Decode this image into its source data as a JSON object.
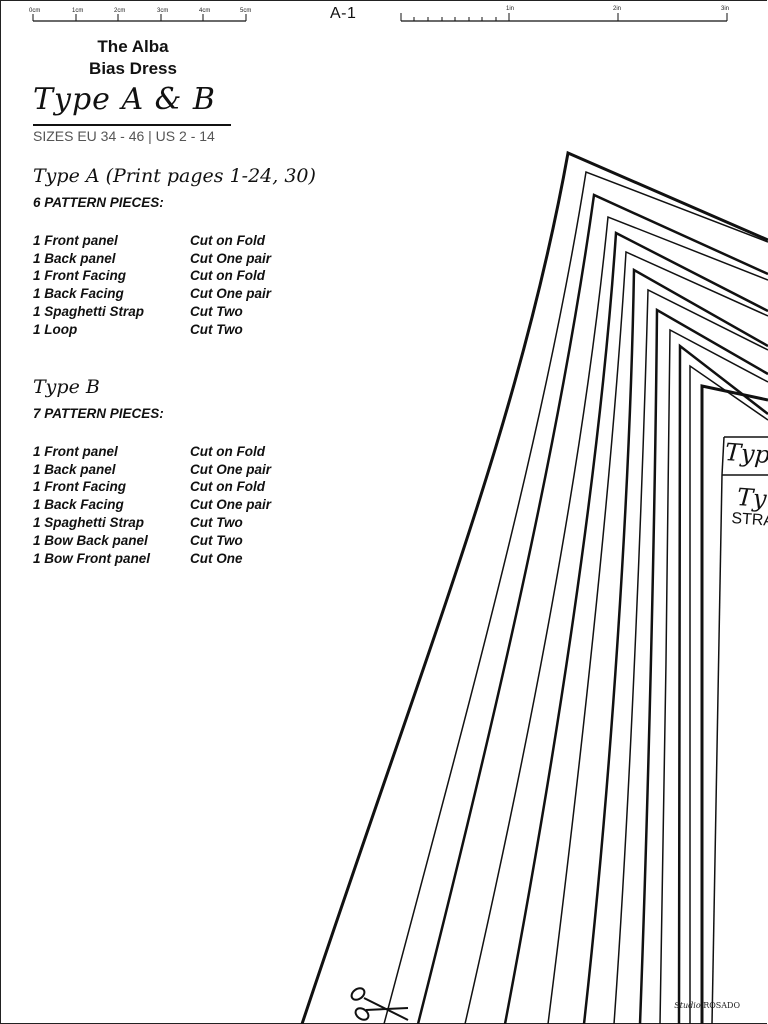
{
  "header": {
    "page_id": "A-1",
    "ruler_cm_labels": [
      "0cm",
      "1cm",
      "2cm",
      "3cm",
      "4cm",
      "5cm"
    ],
    "ruler_in_labels": [
      "1in",
      "2in",
      "3in"
    ]
  },
  "title": {
    "line1": "The Alba",
    "line2": "Bias Dress",
    "type_title": "Type A & B",
    "sizes": "SIZES EU 34 - 46 | US 2 - 14"
  },
  "type_a": {
    "heading": "Type A (Print pages 1-24, 30)",
    "count_label": "6 PATTERN PIECES:",
    "pieces": [
      {
        "name": "1 Front panel",
        "cut": "Cut on Fold"
      },
      {
        "name": "1 Back panel",
        "cut": "Cut One pair"
      },
      {
        "name": "1 Front Facing",
        "cut": "Cut on Fold"
      },
      {
        "name": "1 Back Facing",
        "cut": "Cut One pair"
      },
      {
        "name": "1 Spaghetti Strap",
        "cut": "Cut Two"
      },
      {
        "name": "1 Loop",
        "cut": "Cut Two"
      }
    ]
  },
  "type_b": {
    "heading": "Type B",
    "count_label": "7 PATTERN PIECES:",
    "pieces": [
      {
        "name": "1 Front panel",
        "cut": "Cut on Fold"
      },
      {
        "name": "1 Back panel",
        "cut": "Cut One pair"
      },
      {
        "name": "1 Front Facing",
        "cut": "Cut on Fold"
      },
      {
        "name": "1 Back Facing",
        "cut": "Cut One pair"
      },
      {
        "name": "1 Spaghetti Strap",
        "cut": "Cut Two"
      },
      {
        "name": "1 Bow Back panel",
        "cut": "Cut Two"
      },
      {
        "name": "1 Bow Front panel",
        "cut": "Cut One"
      }
    ]
  },
  "pattern_labels": {
    "box_top": "Typ",
    "box_mid": "Ty",
    "box_sub": "STRA"
  },
  "footer": {
    "studio": "Studio",
    "brand": "ROSADO"
  },
  "icons": [
    "scissors-icon"
  ]
}
